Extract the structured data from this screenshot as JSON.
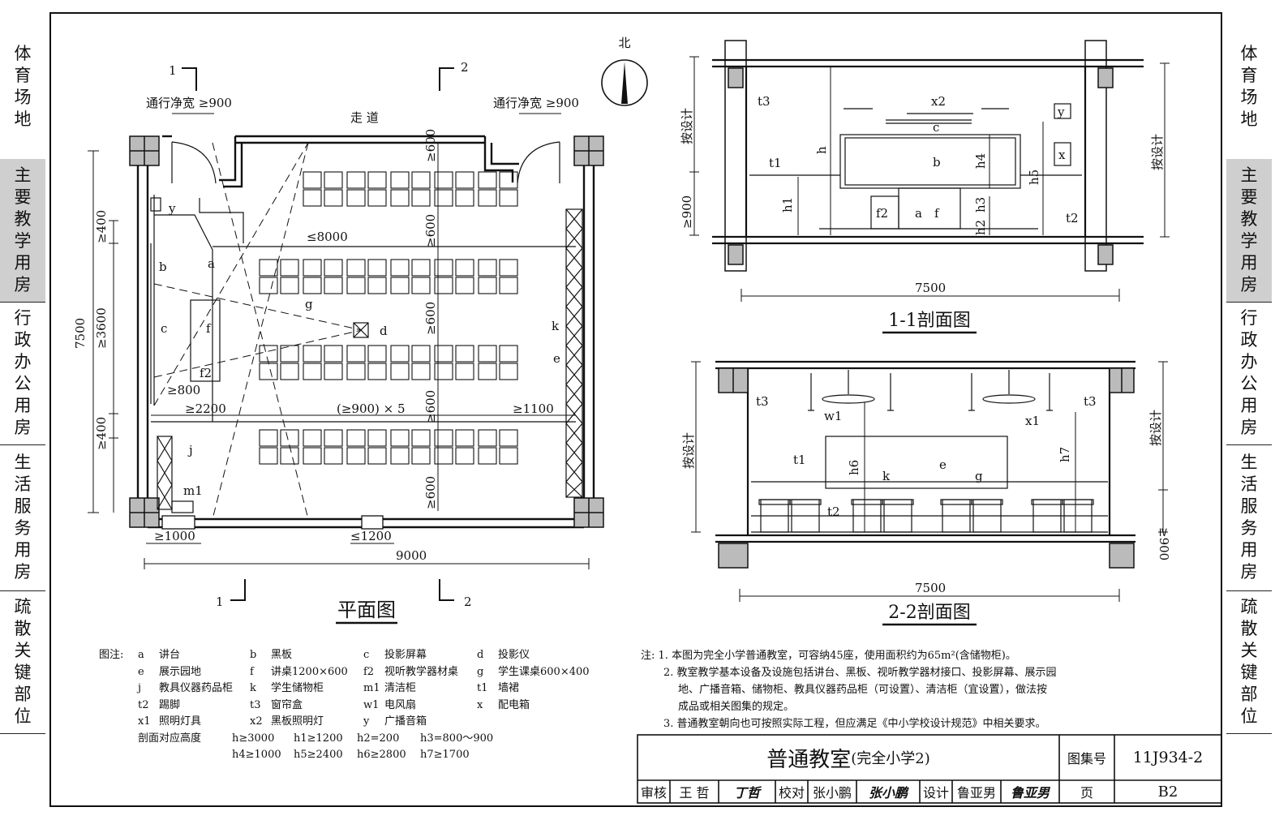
{
  "side_tabs": [
    {
      "label": "体育场地",
      "active": false
    },
    {
      "label": "主要教学用房",
      "active": true
    },
    {
      "label": "行政办公用房",
      "active": false
    },
    {
      "label": "生活服务用房",
      "active": false
    },
    {
      "label": "疏散关键部位",
      "active": false
    }
  ],
  "plan": {
    "title": "平面图",
    "north": "北",
    "corridor": "走 道",
    "clear_width_left": "通行净宽 ≥900",
    "clear_width_right": "通行净宽 ≥900",
    "dims": {
      "total_width": "9000",
      "total_depth": "7500",
      "board_width": "≤8000",
      "depth_400a": "≥400",
      "depth_3600": "≥3600",
      "depth_400b": "≥400",
      "row_600": "≥600",
      "aisle_900x5": "(≥900) × 5",
      "gap_2200": "≥2200",
      "gap_800": "≥800",
      "gap_1100": "≥1100",
      "door_1000": "≥1000",
      "window_1200": "≤1200"
    },
    "section_marks": [
      "1",
      "2"
    ],
    "labels": {
      "y": "y",
      "a": "a",
      "b": "b",
      "c": "c",
      "f": "f",
      "f2": "f2",
      "g": "g",
      "d": "d",
      "k": "k",
      "e": "e",
      "j": "j",
      "m1": "m1"
    }
  },
  "section1": {
    "title": "1-1剖面图",
    "width_dim": "7500",
    "by_design": "按设计",
    "by_design_right": "按设计",
    "min_900": "≥900",
    "labels": {
      "t3": "t3",
      "x2": "x2",
      "c": "c",
      "y": "y",
      "x": "x",
      "b": "b",
      "h": "h",
      "h4": "h4",
      "h5": "h5",
      "t1": "t1",
      "h1": "h1",
      "f2": "f2",
      "a": "a",
      "f": "f",
      "h2": "h2",
      "h3": "h3",
      "t2": "t2"
    }
  },
  "section2": {
    "title": "2-2剖面图",
    "width_dim": "7500",
    "by_design": "按设计",
    "by_design_right": "按设计",
    "min_900": "≥900",
    "labels": {
      "t3a": "t3",
      "t3b": "t3",
      "w1": "w1",
      "x1": "x1",
      "t1": "t1",
      "h6": "h6",
      "k": "k",
      "e": "e",
      "g": "g",
      "h7": "h7",
      "t2": "t2"
    }
  },
  "legend": {
    "heading": "图注:",
    "items": [
      [
        "a",
        "讲台"
      ],
      [
        "b",
        "黑板"
      ],
      [
        "c",
        "投影屏幕"
      ],
      [
        "d",
        "投影仪"
      ],
      [
        "e",
        "展示园地"
      ],
      [
        "f",
        "讲桌1200×600"
      ],
      [
        "f2",
        "视听教学器材桌"
      ],
      [
        "g",
        "学生课桌600×400"
      ],
      [
        "j",
        "教具仪器药品柜"
      ],
      [
        "k",
        "学生储物柜"
      ],
      [
        "m1",
        "清洁柜"
      ],
      [
        "t1",
        "墙裙"
      ],
      [
        "t2",
        "踢脚"
      ],
      [
        "t3",
        "窗帘盒"
      ],
      [
        "w1",
        "电风扇"
      ],
      [
        "x",
        "配电箱"
      ],
      [
        "x1",
        "照明灯具"
      ],
      [
        "x2",
        "黑板照明灯"
      ],
      [
        "y",
        "广播音箱"
      ]
    ],
    "heights_heading": "剖面对应高度",
    "heights": [
      "h≥3000",
      "h1≥1200",
      "h2=200",
      "h3=800～900",
      "h4≥1000",
      "h5≥2400",
      "h6≥2800",
      "h7≥1700"
    ]
  },
  "notes": {
    "heading": "注:",
    "lines": [
      "1. 本图为完全小学普通教室，可容纳45座，使用面积约为65m²(含储物柜)。",
      "2. 教室教学基本设备及设施包括讲台、黑板、视听教学器材接口、投影屏幕、展示园",
      "地、广播音箱、储物柜、教具仪器药品柜（可设置）、清洁柜（宜设置），做法按",
      "成品或相关图集的规定。",
      "3. 普通教室朝向也可按照实际工程，但应满足《中小学校设计规范》中相关要求。"
    ]
  },
  "title_block": {
    "title": "普通教室",
    "subtitle": "(完全小学2)",
    "atlas_label": "图集号",
    "atlas_no": "11J934-2",
    "page_label": "页",
    "page_no": "B2",
    "review_label": "审核",
    "reviewer": "王 哲",
    "reviewer_sig": "丁哲",
    "check_label": "校对",
    "checker": "张小鹏",
    "checker_sig": "张小鹏",
    "design_label": "设计",
    "designer": "鲁亚男",
    "designer_sig": "鲁亚男"
  }
}
